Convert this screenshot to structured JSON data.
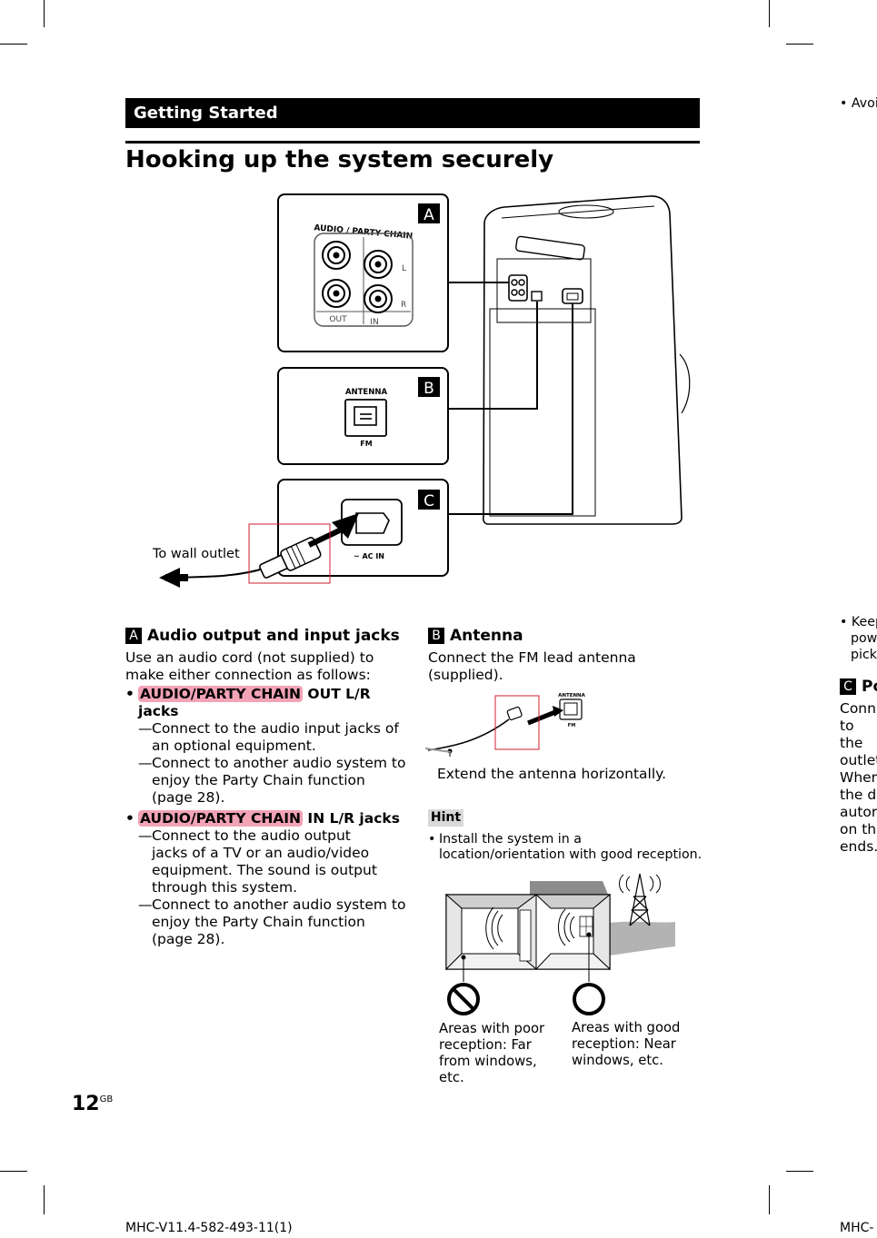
{
  "header": {
    "section": "Getting Started",
    "title": "Hooking up the system securely"
  },
  "diagram": {
    "callout_a": "A",
    "callout_b": "B",
    "callout_c": "C",
    "jack_label": "AUDIO / PARTY CHAIN",
    "jack_out": "OUT",
    "jack_in": "IN",
    "jack_l": "L",
    "jack_r": "R",
    "antenna_label": "ANTENNA",
    "fm_label": "FM",
    "ac_label": "~ AC IN",
    "wall_outlet": "To wall outlet"
  },
  "section_a": {
    "letter": "A",
    "heading": "Audio output and input jacks",
    "intro": "Use an audio cord (not supplied) to make either connection as follows:",
    "bullet1_hl": "AUDIO/PARTY CHAIN",
    "bullet1_rest": " OUT L/R jacks",
    "bullet1_items": [
      "Connect to the audio input jacks of an optional equipment.",
      "Connect to another audio system to enjoy the Party Chain function (page 28)."
    ],
    "bullet2_hl": "AUDIO/PARTY CHAIN",
    "bullet2_rest": " IN L/R jacks",
    "bullet2_items": [
      "Connect to the audio output jacks of a TV or an audio/video equipment. The sound is output through this system.",
      "Connect to another audio system to enjoy the Party Chain function (page 28)."
    ]
  },
  "section_b": {
    "letter": "B",
    "heading": "Antenna",
    "intro": "Connect the FM lead antenna (supplied).",
    "antenna_label": "ANTENNA",
    "fm_label": "FM",
    "caption": "Extend the antenna horizontally.",
    "hint_label": "Hint",
    "hint_text": "Install the system in a location/orientation with good reception.",
    "poor_caption": "Areas with poor reception: Far from windows, etc.",
    "good_caption": "Areas with good reception: Near windows, etc."
  },
  "right_column": {
    "bullet1": "Avoi",
    "bullet2_lines": [
      "Keep",
      "pow",
      "picki"
    ],
    "heading_letter": "C",
    "heading": "Po",
    "body_lines": [
      "Conn",
      "to the",
      "outlet",
      "When",
      "the d",
      "autor",
      "on th",
      "ends."
    ]
  },
  "footer": {
    "page_number": "12",
    "page_suffix": "GB",
    "model_left": "MHC-V11.4-582-493-11(1)",
    "model_right": "MHC-"
  }
}
